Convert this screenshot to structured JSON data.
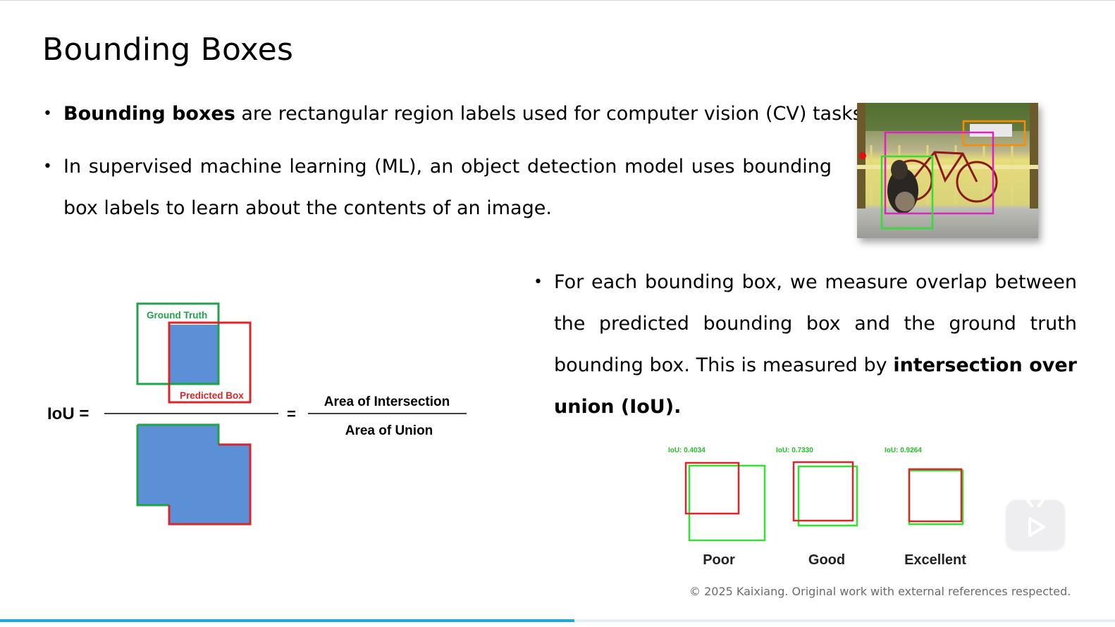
{
  "slide": {
    "title": "Bounding Boxes",
    "bullets": [
      {
        "bold": "Bounding boxes",
        "text": " are rectangular region labels used for computer vision (CV) tasks."
      },
      {
        "text": "In supervised machine learning (ML), an object detection model uses bounding box labels to learn about the contents of an image."
      },
      {
        "text": "For each bounding box, we measure overlap between the predicted bounding box and the ground truth bounding box. This is measured by ",
        "bold": "intersection over union (IoU)."
      }
    ],
    "bullet_glyph": "•"
  },
  "iou_diagram": {
    "label": "IoU =",
    "equals": "=",
    "ground_truth_label": "Ground Truth",
    "predicted_box_label": "Predicted Box",
    "numerator": "Area of Intersection",
    "denominator": "Area of Union",
    "colors": {
      "ground_truth": "#1fa24a",
      "predicted": "#d9252b",
      "fill": "#5b8fd6"
    }
  },
  "iou_examples": {
    "items": [
      {
        "iou": "IoU: 0.4034",
        "quality": "Poor"
      },
      {
        "iou": "IoU: 0.7330",
        "quality": "Good"
      },
      {
        "iou": "IoU: 0.9264",
        "quality": "Excellent"
      }
    ],
    "colors": {
      "predicted": "#d9252b",
      "ground_truth": "#2ee52e",
      "iou_text": "#22c022"
    }
  },
  "photo": {
    "description_icon": "dog-bicycle-detection-photo",
    "box_colors": [
      "#ff8c00",
      "#e020c0",
      "#33dd33"
    ]
  },
  "footer": {
    "text": "© 2025 Kaixiang. Original work with external references respected."
  },
  "player": {
    "play_icon": "play-icon",
    "progress": 0.515,
    "progress_color": "#20a7e0"
  }
}
